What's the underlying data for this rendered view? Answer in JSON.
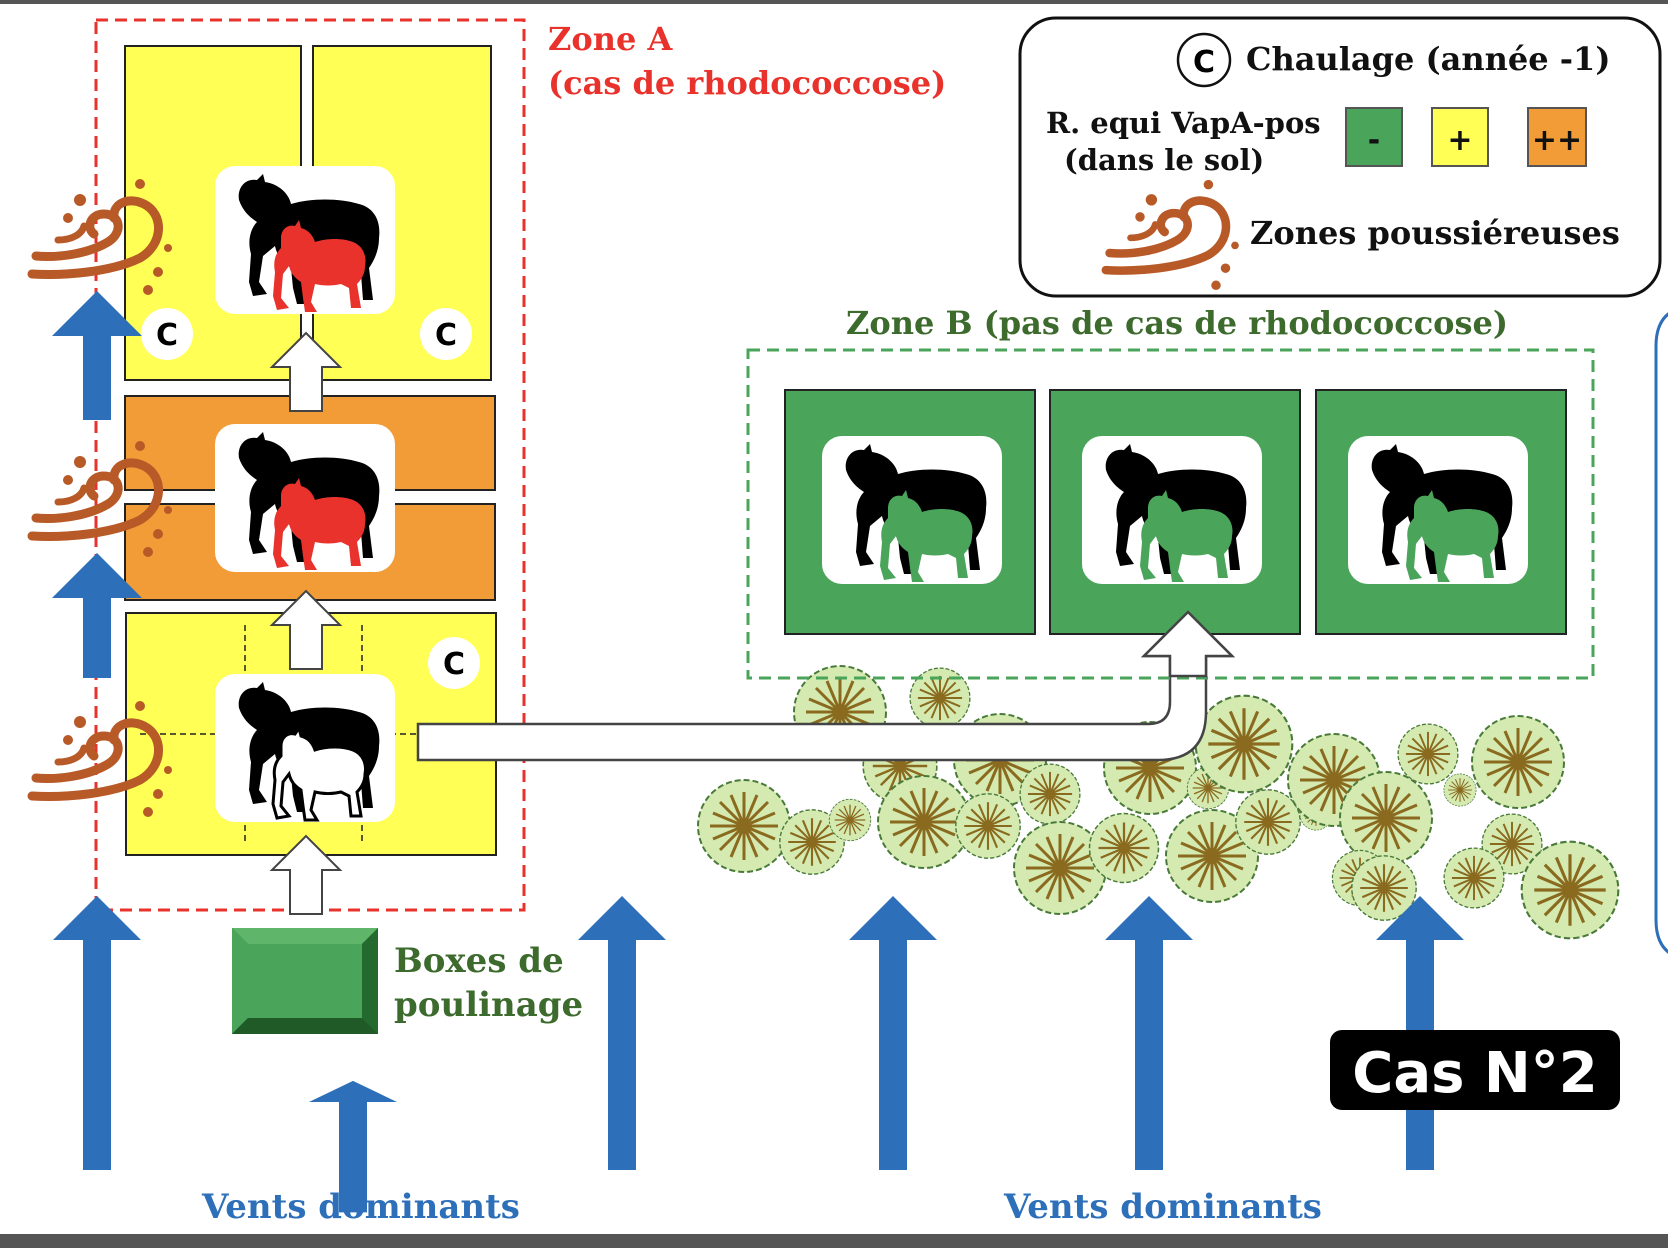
{
  "zone_a": {
    "title": "Zone A",
    "subtitle": "(cas de rhodococcose)"
  },
  "zone_b": {
    "title": "Zone B (pas de cas de rhodococcose)"
  },
  "legend": {
    "chaulage_symbol": "C",
    "chaulage_label": "Chaulage (année -1)",
    "requi_label_line1": "R. equi VapA-pos",
    "requi_label_line2": "(dans le sol)",
    "levels": [
      {
        "symbol": "-",
        "color": "#4aa55b"
      },
      {
        "symbol": "+",
        "color": "#ffff55"
      },
      {
        "symbol": "++",
        "color": "#f29c38"
      }
    ],
    "dust_label": "Zones poussiéreuses"
  },
  "chaulage_marks": [
    "C",
    "C",
    "C"
  ],
  "boxes": {
    "label_line1": "Boxes de",
    "label_line2": "poulinage"
  },
  "winds": [
    {
      "label": "Vents dominants"
    },
    {
      "label": "Vents dominants"
    }
  ],
  "case_badge": "Cas N°2",
  "colors": {
    "yellow": "#ffff55",
    "orange": "#f29c38",
    "green": "#4aa55b",
    "zone_a_border": "#e8322b",
    "zone_b_border": "#4aa55b",
    "zone_a_text": "#e8322b",
    "zone_b_text": "#3d6b2e",
    "wind_blue": "#2d6fb8",
    "dust_brown": "#b85a28",
    "foal_red": "#e8322b",
    "foal_green": "#4aa55b",
    "tree_fill": "#d4eab0",
    "tree_star": "#8a6a1e"
  }
}
